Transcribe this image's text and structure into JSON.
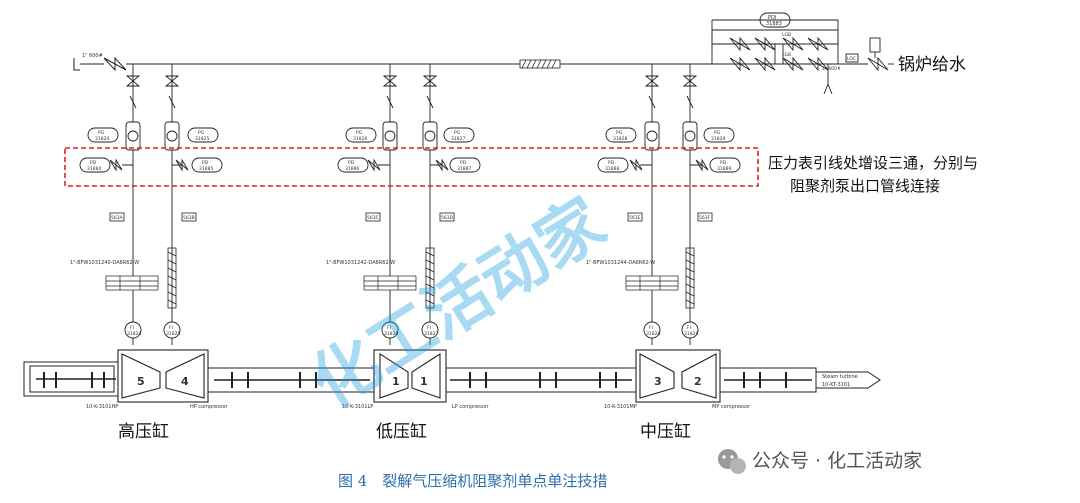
{
  "labels": {
    "boiler_feed_water": "锅炉给水",
    "annotation_line1": "压力表引线处增设三通，分别与",
    "annotation_line2": "阻聚剂泵出口管线连接",
    "hp_cylinder": "高压缸",
    "lp_cylinder": "低压缸",
    "mp_cylinder": "中压缸",
    "caption": "图 4　裂解气压缩机阻聚剂单点单注技措",
    "watermark_overlay": "化工活动家",
    "wechat_brand": "公众号 · 化工活动家"
  },
  "tags": {
    "main_line_size": "1\" 600#",
    "pdi": "PDI",
    "pdi_no": "31883",
    "pdi_unit": "LGB",
    "small_line": "1\" 600#",
    "local": "LOC",
    "pg_left": [
      "PG",
      "31824",
      "PG",
      "31825"
    ],
    "pg_mid": [
      "PG",
      "31826",
      "PG",
      "31827"
    ],
    "pg_right": [
      "PG",
      "31828",
      "PG",
      "31829"
    ],
    "pd_left": [
      "PD",
      "31884",
      "PD",
      "31885"
    ],
    "pd_mid": [
      "PD",
      "31886",
      "PD",
      "31887"
    ],
    "pd_right": [
      "PD",
      "31888",
      "PD",
      "31889"
    ],
    "tags_upper": [
      "563A",
      "563B",
      "563C",
      "563D",
      "563E",
      "563F"
    ],
    "lines": [
      "1\"-BFW1031240-DA6R62-W",
      "1\"-BFW1031242-DA6R62-W",
      "1\"-BFW1031244-DA6R62-W"
    ],
    "fi_left": [
      "FI",
      "31824",
      "FI",
      "31825"
    ],
    "fi_mid": [
      "FI",
      "31826",
      "FI",
      "31827"
    ],
    "fi_right": [
      "FI",
      "31828",
      "FI",
      "31829"
    ],
    "stage_numbers": [
      "5",
      "4",
      "1",
      "1",
      "3",
      "2"
    ],
    "hp_tag": "10-K-3101HP",
    "hp_name": "HP compressor",
    "lp_tag": "10-K-3101LP",
    "lp_name": "LP compressor",
    "mp_tag": "10-K-3101MP",
    "mp_name": "MP compressor",
    "steam_turbine": "Steam turbine",
    "steam_turbine_tag": "10-KT-3101"
  }
}
